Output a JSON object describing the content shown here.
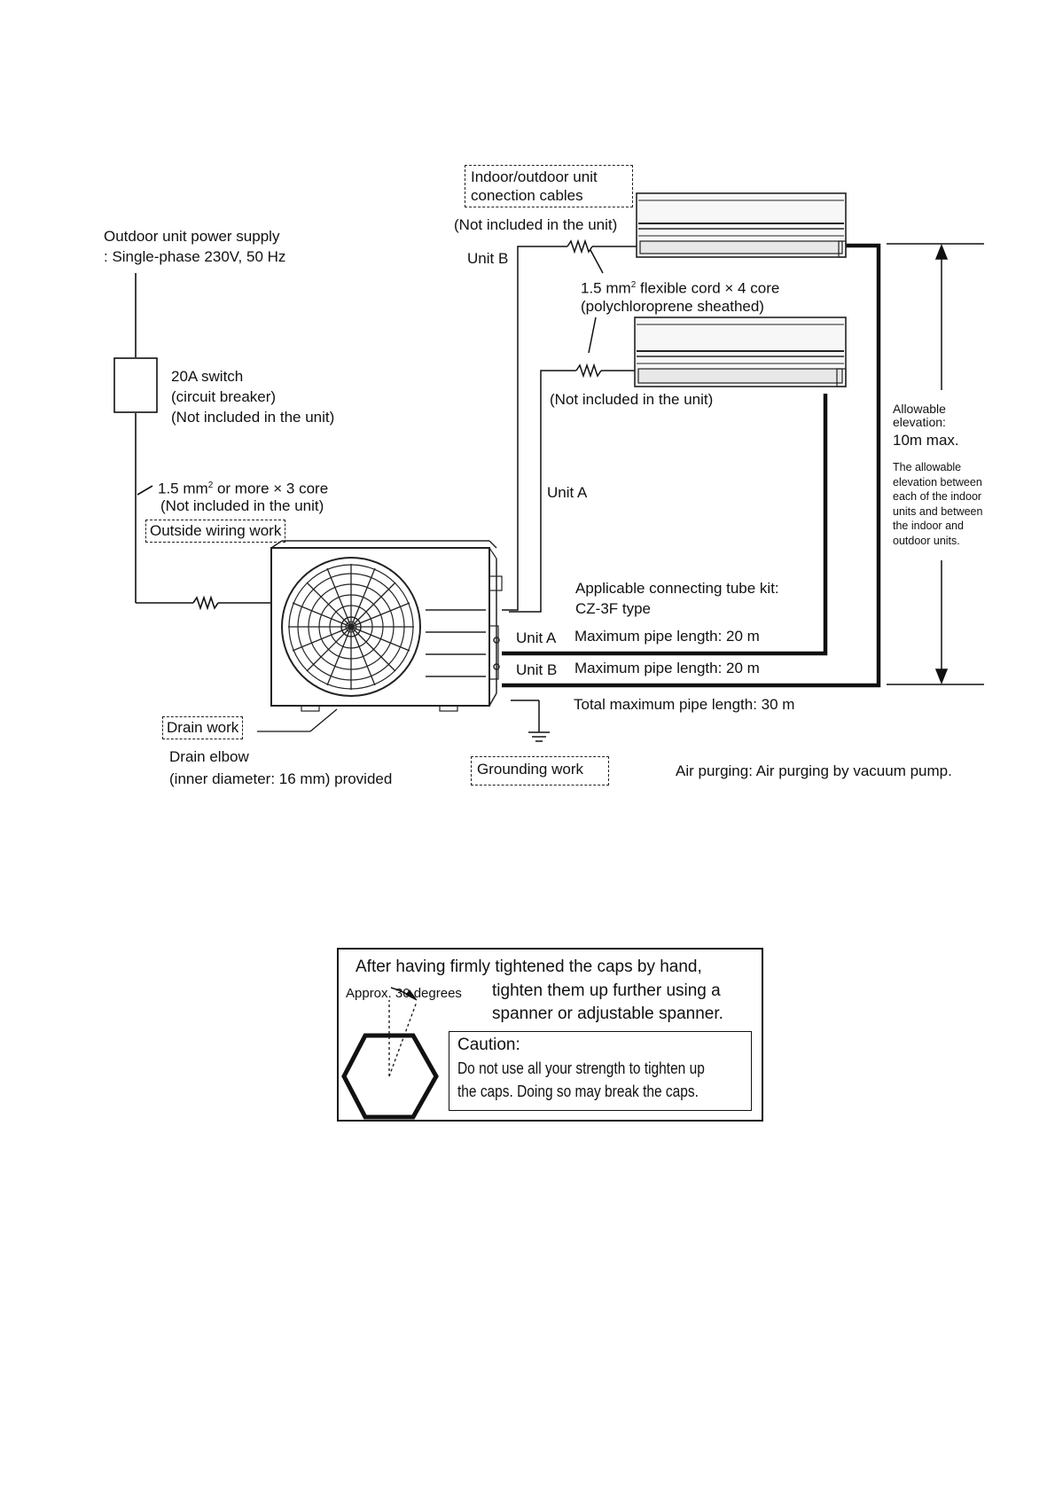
{
  "diagram": {
    "connection_cables": "Indoor/outdoor unit\nconection cables",
    "not_included_top": "(Not included in the unit)",
    "unit_b_top": "Unit B",
    "cord_spec_line1": "1.5 mm",
    "cord_spec_sup": "2",
    "cord_spec_line1b": " flexible cord × 4 core",
    "cord_spec_line2": "(polychloroprene sheathed)",
    "not_included_mid": "(Not included in the unit)",
    "unit_a_mid": "Unit A",
    "power_supply_line1": "Outdoor unit power supply",
    "power_supply_line2": ": Single-phase 230V, 50 Hz",
    "switch_line1": "20A switch",
    "switch_line2": "(circuit breaker)",
    "switch_line3": "(Not included in the unit)",
    "power_wire_a": "1.5 mm",
    "power_wire_sup": "2",
    "power_wire_b": " or more × 3 core",
    "power_wire_note": "(Not included in the unit)",
    "outside_wiring": "Outside wiring work",
    "tube_kit_line1": "Applicable connecting tube kit:",
    "tube_kit_line2": "CZ-3F type",
    "unit_a_pipe_label": "Unit A",
    "unit_a_pipe_len": "Maximum pipe length: 20 m",
    "unit_b_pipe_label": "Unit B",
    "unit_b_pipe_len": "Maximum pipe length: 20 m",
    "total_pipe_len": "Total maximum pipe length: 30 m",
    "drain_work": "Drain work",
    "drain_elbow_line1": "Drain elbow",
    "drain_elbow_line2": "(inner diameter: 16 mm) provided",
    "grounding_work": "Grounding work",
    "air_purging": "Air purging: Air purging by vacuum pump.",
    "elevation_line1": "Allowable",
    "elevation_line2": "elevation:",
    "elevation_value": "10m max.",
    "elevation_note": "The allowable\nelevation between\neach of the indoor\nunits and between\nthe indoor and\noutdoor units."
  },
  "note": {
    "line1": "After having firmly tightened the caps by hand,",
    "angle": "Approx. 30 degrees",
    "line2": "tighten them up further using a",
    "line3": "spanner or adjustable spanner.",
    "caution_title": "Caution:",
    "caution_line1": "Do not use all your strength to tighten up",
    "caution_line2": "the caps.  Doing so may break the caps."
  }
}
